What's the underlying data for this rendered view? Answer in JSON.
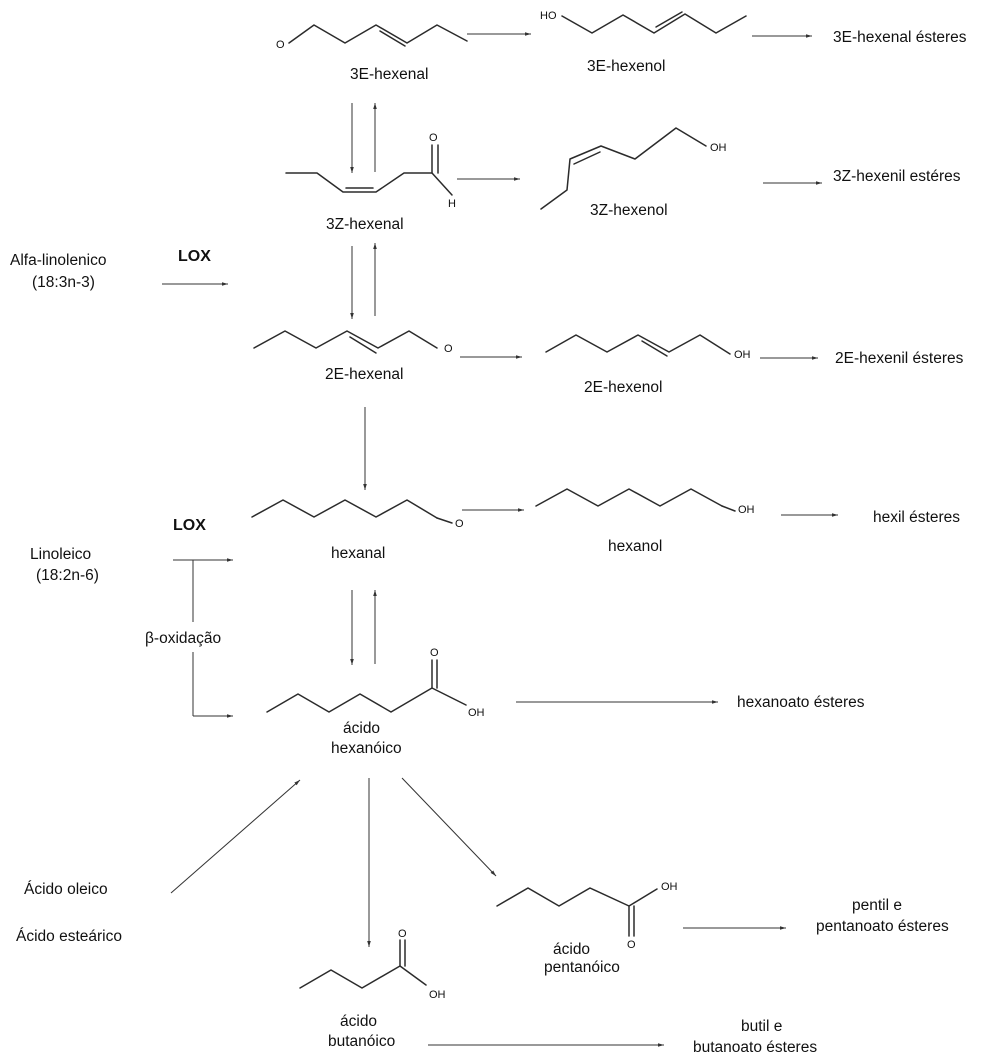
{
  "compounds": {
    "hexenal_3e": "3E-hexenal",
    "hexenol_3e": "3E-hexenol",
    "hexenal_3z": "3Z-hexenal",
    "hexenol_3z": "3Z-hexenol",
    "hexenal_2e": "2E-hexenal",
    "hexenol_2e": "2E-hexenol",
    "hexanal": "hexanal",
    "hexanol": "hexanol",
    "hexanoic_1": "ácido",
    "hexanoic_2": "hexanóico",
    "pentanoic_1": "ácido",
    "pentanoic_2": "pentanóico",
    "butanoic_1": "ácido",
    "butanoic_2": "butanóico"
  },
  "products": {
    "esters_3e": "3E-hexenal ésteres",
    "esters_3z": "3Z-hexenil estéres",
    "esters_2e": "2E-hexenil ésteres",
    "esters_hexil": "hexil ésteres",
    "esters_hexanoato": "hexanoato ésteres",
    "pentil_1": "pentil e",
    "pentil_2": "pentanoato  ésteres",
    "butil_1": "butil e",
    "butil_2": "butanoato  ésteres"
  },
  "precursors": {
    "alfa_1": "Alfa-linolenico",
    "alfa_2": "(18:3n-3)",
    "linoleico_1": "Linoleico",
    "linoleico_2": "(18:2n-6)",
    "oleico": "Ácido oleico",
    "estearico": "Ácido esteárico"
  },
  "enzymes": {
    "lox_1": "LOX",
    "lox_2": "LOX",
    "beta_oxidation": "β-oxidação"
  },
  "atoms": {
    "o": "O",
    "oh": "OH",
    "ho": "HO",
    "h": "H"
  }
}
